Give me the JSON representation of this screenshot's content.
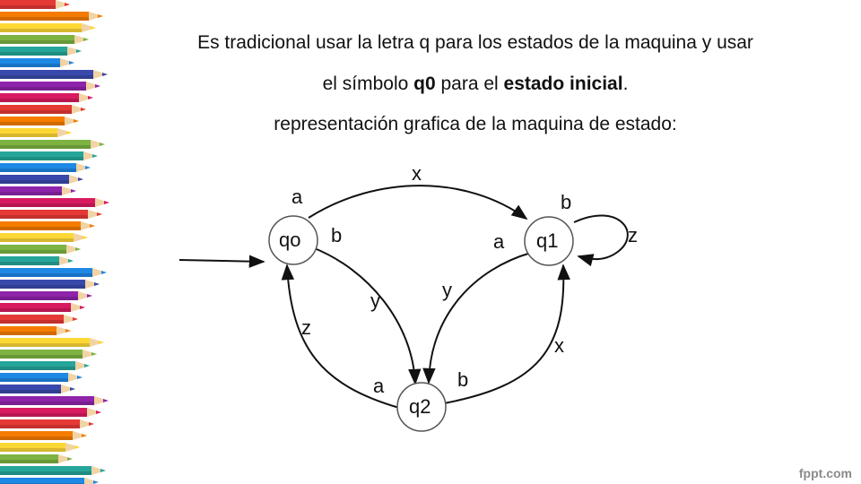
{
  "slide": {
    "line1": "Es tradicional usar la letra q para los estados de la maquina y usar",
    "line2_pre": "el símbolo ",
    "line2_q0": "q0",
    "line2_mid": " para el ",
    "line2_bold": "estado inicial",
    "line2_post": ".",
    "line3": "representación grafica de la maquina de estado:"
  },
  "diagram": {
    "states": [
      "qo",
      "q1",
      "q2"
    ],
    "labels": {
      "x_top": "x",
      "a_top": "a",
      "b_q1_in": "b",
      "z_loop": "z",
      "b_q0": "b",
      "a_q1": "a",
      "y_left": "y",
      "y_right": "y",
      "z_left": "z",
      "a_q2": "a",
      "b_q2": "b",
      "x_right": "x"
    }
  },
  "footer": {
    "brand": "fppt.com"
  },
  "colors": {
    "pencil_palette": [
      "#e53935",
      "#f57c00",
      "#fdd835",
      "#7cb342",
      "#26a69a",
      "#1e88e5",
      "#3949ab",
      "#8e24aa",
      "#d81b60"
    ]
  }
}
